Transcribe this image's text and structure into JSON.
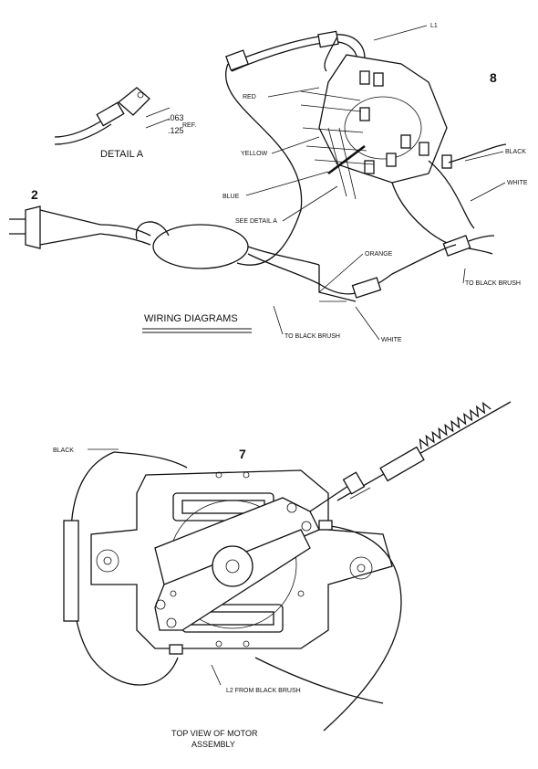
{
  "diagram": {
    "title": "WIRING DIAGRAMS",
    "detail_label": "DETAIL A",
    "detail_dims": {
      "top": ".063",
      "bottom": ".125",
      "ref": "REF."
    },
    "item_numbers": {
      "plug": "2",
      "switch": "8",
      "motor": "7"
    },
    "wire_labels": {
      "l1": "L1",
      "red": "RED",
      "yellow": "YELLOW",
      "blue": "BLUE",
      "see_detail": "SEE DETAIL A",
      "black_top": "BLACK",
      "white_top": "WHITE",
      "orange": "ORANGE",
      "to_black_brush_right": "TO BLACK BRUSH",
      "to_black_brush_bottom": "TO BLACK BRUSH",
      "white_bottom": "WHITE",
      "black_motor": "BLACK",
      "l2": "L2 FROM BLACK BRUSH"
    },
    "motor_caption_line1": "TOP VIEW OF MOTOR",
    "motor_caption_line2": "ASSEMBLY"
  }
}
